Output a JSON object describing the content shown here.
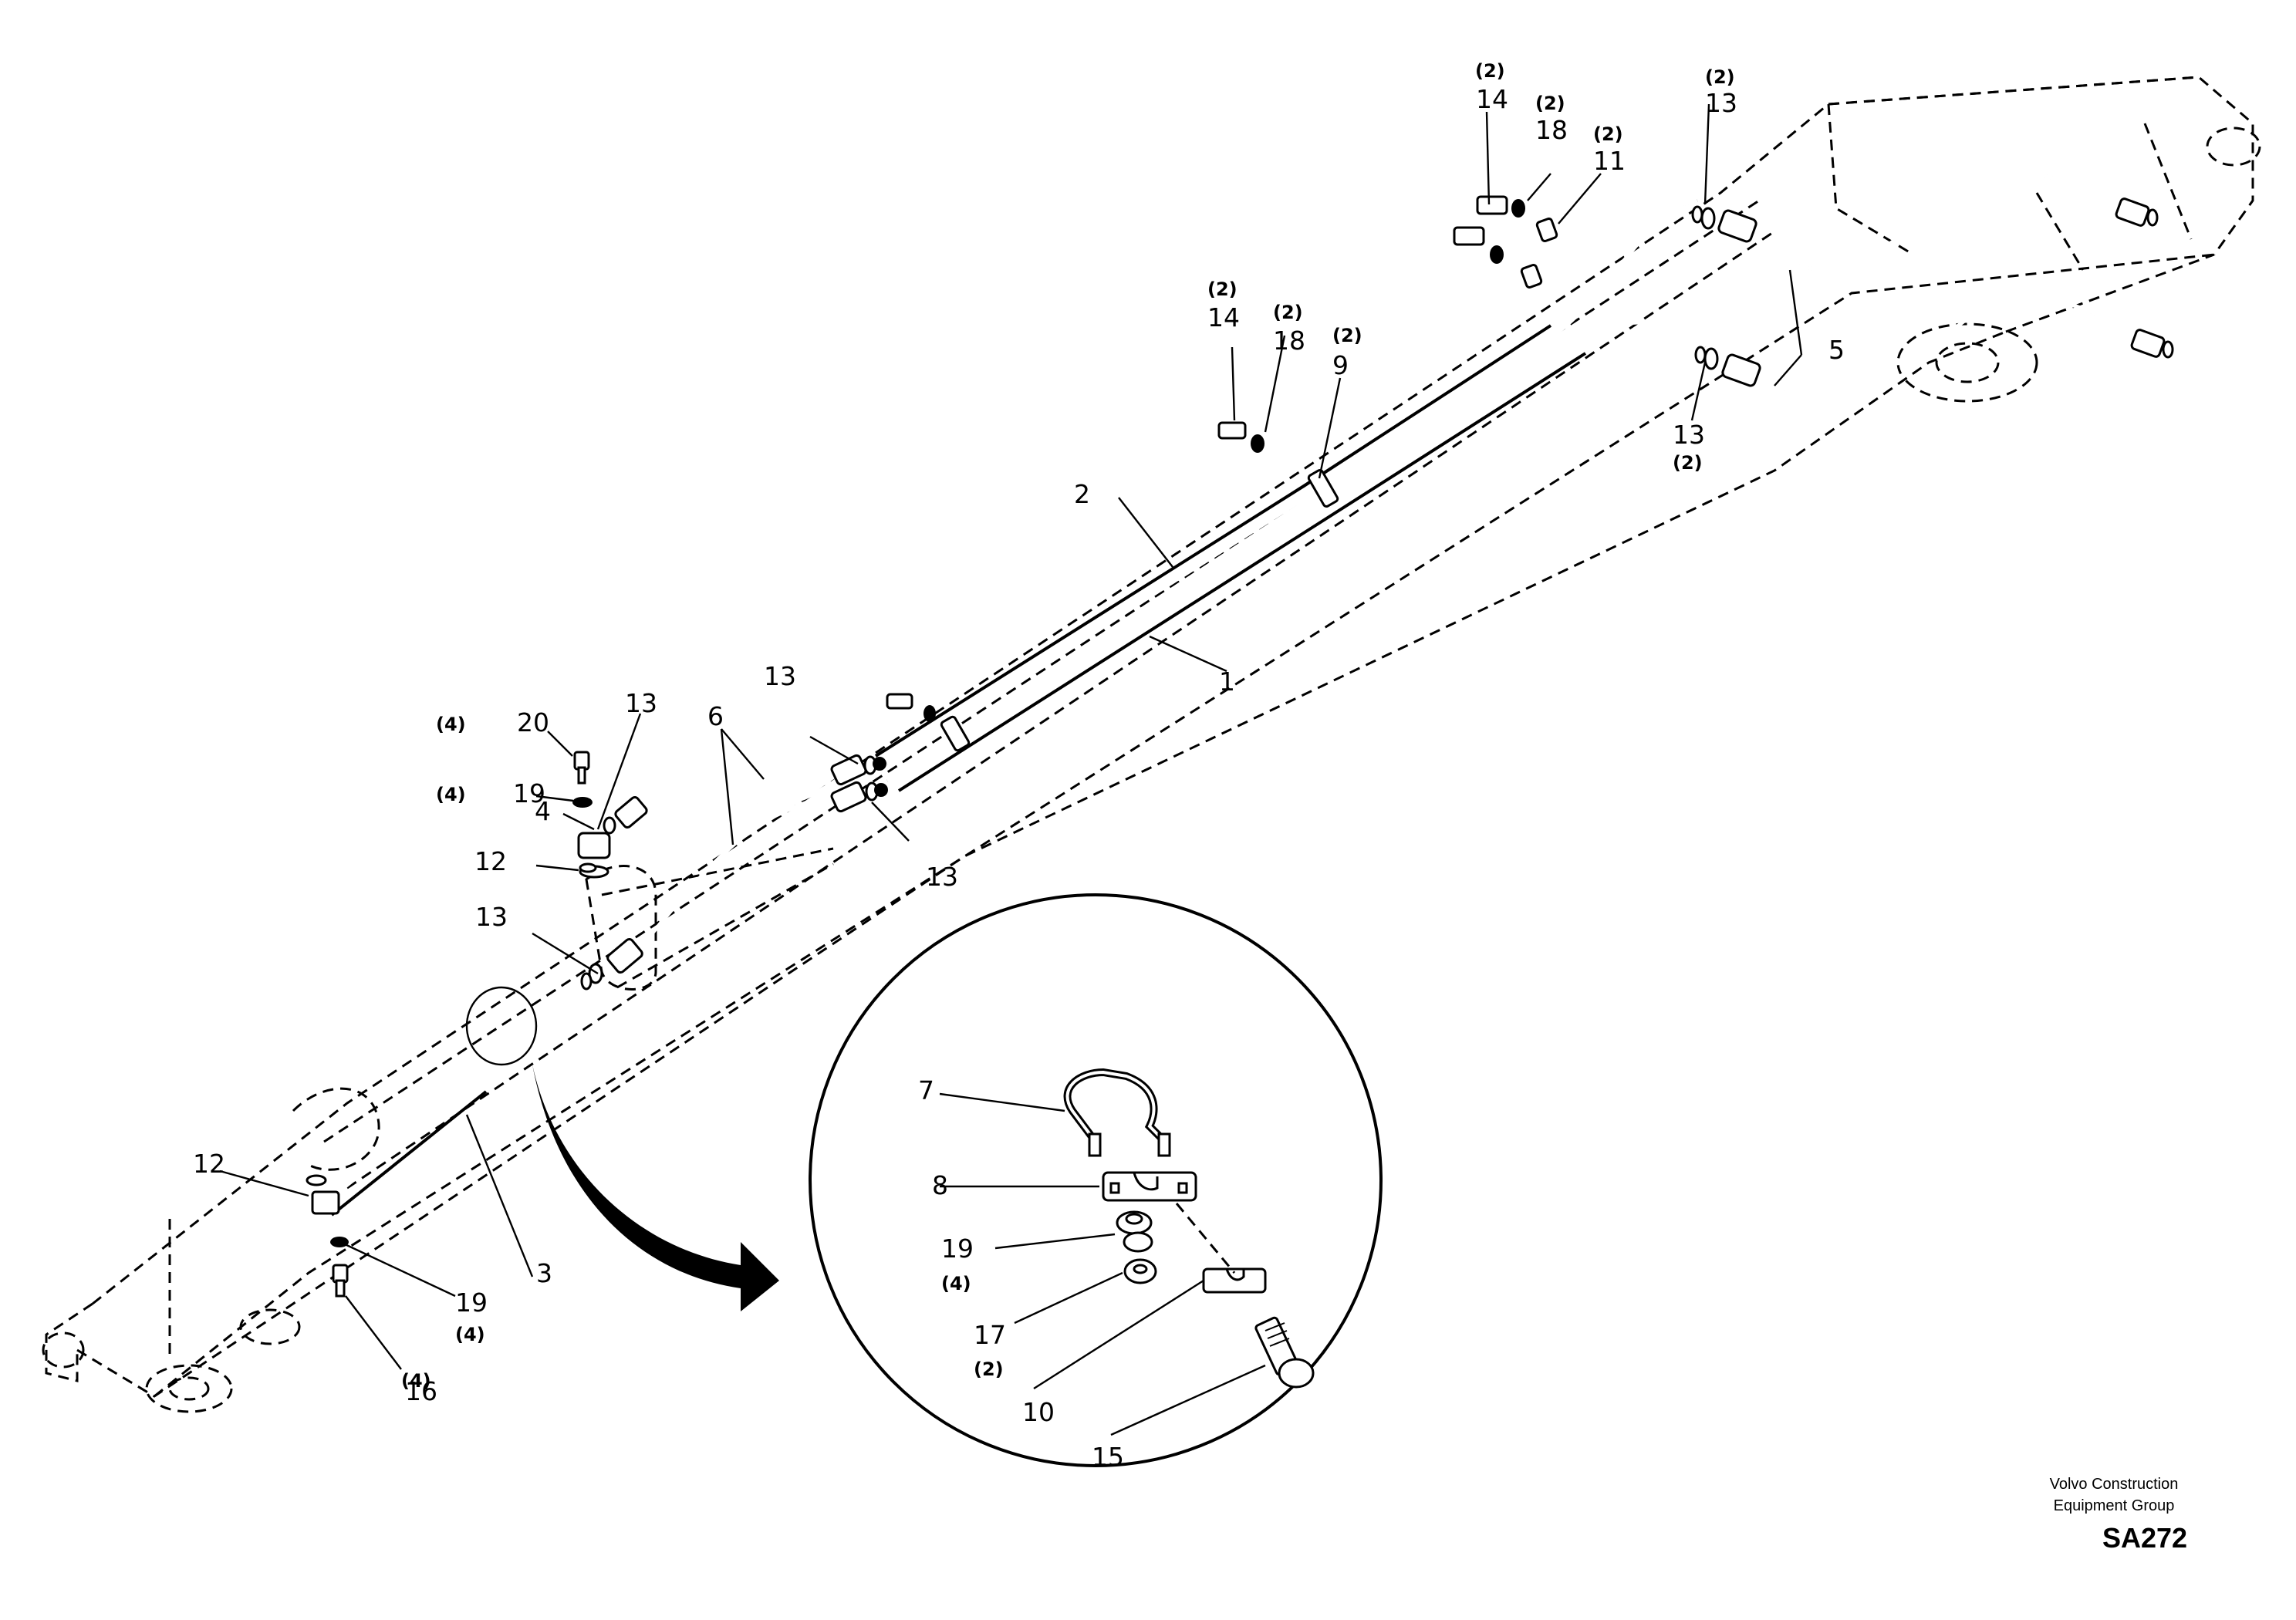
{
  "callouts": {
    "c1": "1",
    "c2": "2",
    "c3": "3",
    "c4": "4",
    "c5": "5",
    "c6": "6",
    "c7": "7",
    "c8": "8",
    "c9": "9",
    "c10": "10",
    "c11": "11",
    "c12a": "12",
    "c12b": "12",
    "c13a": "13",
    "c13b": "13",
    "c13c": "13",
    "c13d": "13",
    "c13e": "13",
    "c13f": "13",
    "c14a": "14",
    "c14b": "14",
    "c15": "15",
    "c16": "16",
    "c17": "17",
    "c18a": "18",
    "c18b": "18",
    "c19a": "19",
    "c19b": "19",
    "c19c": "19",
    "c20": "20"
  },
  "quantities": {
    "q14a": "(2)",
    "q18a": "(2)",
    "q11": "(2)",
    "q13a": "(2)",
    "q14b": "(2)",
    "q18b": "(2)",
    "q9": "(2)",
    "q13f": "(2)",
    "q20": "(4)",
    "q19a": "(4)",
    "q19b": "(4)",
    "q16": "(4)",
    "q19c": "(4)",
    "q17": "(2)"
  },
  "footer": {
    "company_line1": "Volvo Construction",
    "company_line2": "Equipment Group",
    "drawing_code": "SA272"
  }
}
